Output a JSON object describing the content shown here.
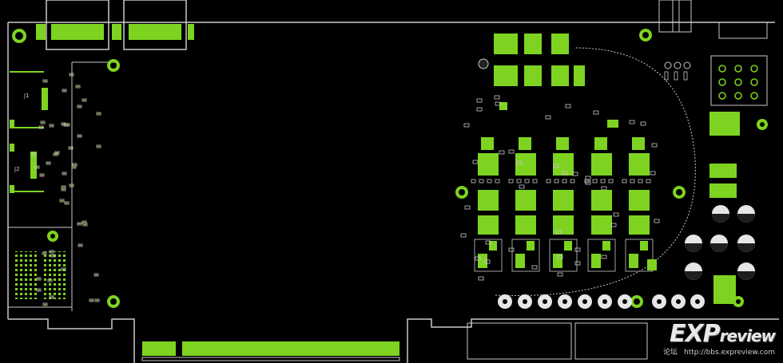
{
  "board": {
    "colors": {
      "background": "#000000",
      "copper": "#7ed321",
      "outline": "#c9c9c9",
      "pad_dark": "#202020"
    },
    "silkscreen_labels": [
      "J1",
      "J2"
    ]
  },
  "watermark": {
    "logo_main": "EXP",
    "logo_sub": "review",
    "line_cn": "论坛",
    "line_url": "http://bbs.expreview.com"
  }
}
